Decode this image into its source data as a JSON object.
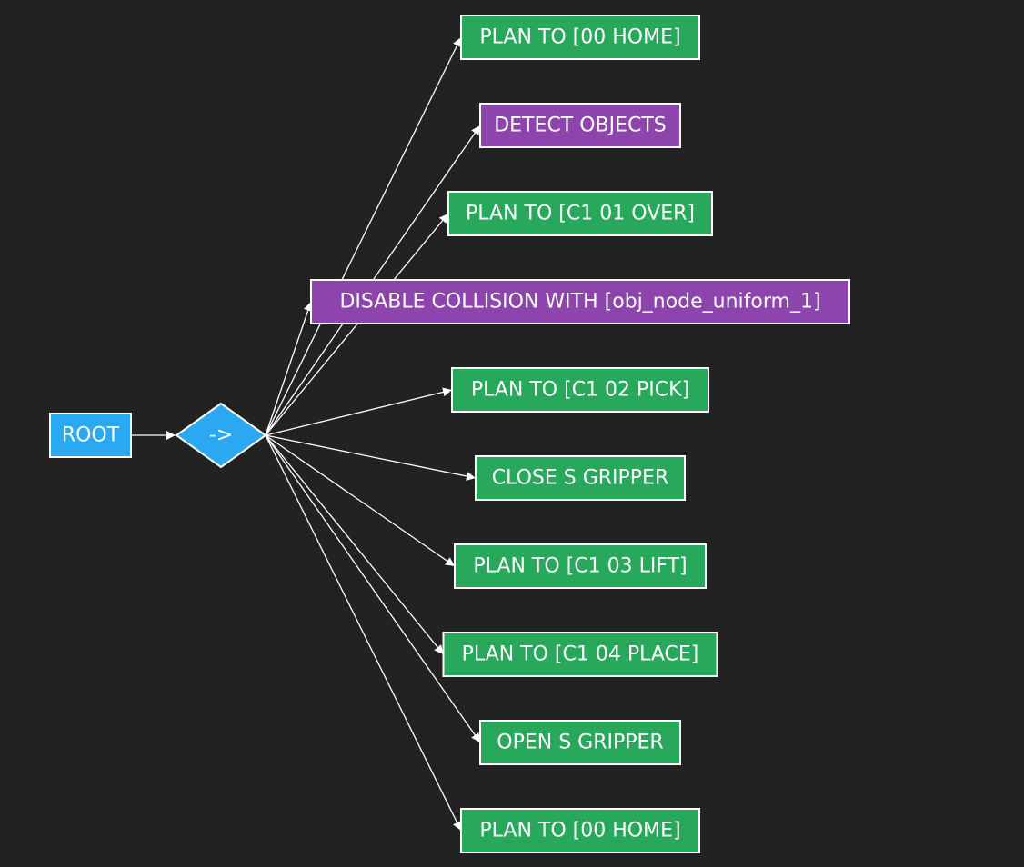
{
  "colors": {
    "background": "#222222",
    "edge": "#ffffff",
    "node_border": "#ffffff",
    "root": "#2aa9f2",
    "sequence": "#2aa9f2",
    "action": "#28a85b",
    "condition": "#8e44ad"
  },
  "tree": {
    "root": {
      "label": "ROOT",
      "type": "root"
    },
    "sequence": {
      "label": "->",
      "type": "sequence"
    },
    "children": [
      {
        "label": "PLAN TO [00 HOME]",
        "type": "action"
      },
      {
        "label": "DETECT OBJECTS",
        "type": "condition"
      },
      {
        "label": "PLAN TO [C1 01 OVER]",
        "type": "action"
      },
      {
        "label": "DISABLE COLLISION WITH [obj_node_uniform_1]",
        "type": "condition"
      },
      {
        "label": "PLAN TO [C1 02 PICK]",
        "type": "action"
      },
      {
        "label": "CLOSE S GRIPPER",
        "type": "action"
      },
      {
        "label": "PLAN TO [C1 03 LIFT]",
        "type": "action"
      },
      {
        "label": "PLAN TO [C1 04 PLACE]",
        "type": "action"
      },
      {
        "label": "OPEN S GRIPPER",
        "type": "action"
      },
      {
        "label": "PLAN TO [00 HOME]",
        "type": "action"
      }
    ]
  }
}
